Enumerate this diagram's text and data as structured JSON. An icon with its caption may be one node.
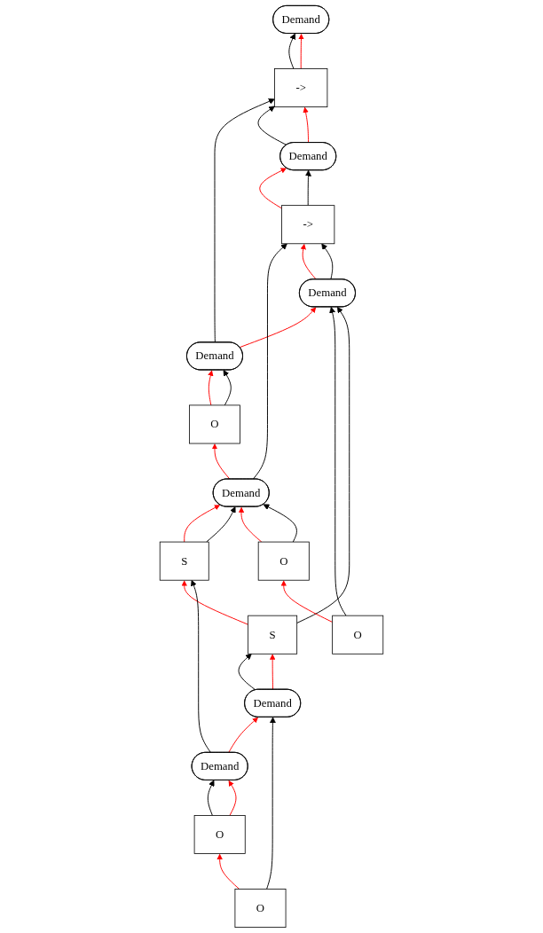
{
  "diagram": {
    "nodes": [
      {
        "text": [
          "Demand"
        ]
      },
      {
        "text": [
          "->"
        ]
      },
      {
        "text": [
          "Demand"
        ]
      },
      {
        "text": [
          "Demand"
        ]
      },
      {
        "text": [
          "O"
        ]
      },
      {
        "text": [
          "->"
        ]
      },
      {
        "text": [
          "Demand"
        ]
      },
      {
        "text": [
          "Demand"
        ]
      },
      {
        "text": [
          "S"
        ]
      },
      {
        "text": [
          "O"
        ]
      },
      {
        "text": [
          "O"
        ]
      },
      {
        "text": [
          "S"
        ]
      },
      {
        "text": [
          "Demand"
        ]
      },
      {
        "text": [
          "Demand"
        ]
      },
      {
        "text": [
          "O"
        ]
      },
      {
        "text": [
          "O"
        ]
      }
    ],
    "edges": [
      {
        "from": 1,
        "to": 0,
        "arrow": "to"
      },
      {
        "from": 1,
        "to": 0,
        "arrow": "to",
        "color": "#ff0000"
      },
      {
        "from": 2,
        "to": 1,
        "arrow": "to"
      },
      {
        "from": 3,
        "to": 1,
        "arrow": "to"
      },
      {
        "from": 3,
        "to": 1,
        "arrow": "to",
        "color": "#ff0000"
      },
      {
        "from": 4,
        "to": 2,
        "arrow": "to",
        "color": "#ff0000"
      },
      {
        "from": 4,
        "to": 2,
        "arrow": "to"
      },
      {
        "from": 2,
        "to": 7,
        "arrow": "to",
        "color": "#ff0000"
      },
      {
        "from": 5,
        "to": 3,
        "arrow": "to",
        "color": "#ff0000"
      },
      {
        "from": 5,
        "to": 3,
        "arrow": "to"
      },
      {
        "from": 6,
        "to": 4,
        "arrow": "to",
        "color": "#ff0000"
      },
      {
        "from": 6,
        "to": 5,
        "arrow": "to"
      },
      {
        "from": 7,
        "to": 5,
        "arrow": "to",
        "color": "#ff0000"
      },
      {
        "from": 7,
        "to": 5,
        "arrow": "to"
      },
      {
        "from": 8,
        "to": 6,
        "arrow": "to",
        "color": "#ff0000"
      },
      {
        "from": 8,
        "to": 6,
        "arrow": "to"
      },
      {
        "from": 9,
        "to": 6,
        "arrow": "to",
        "color": "#ff0000"
      },
      {
        "from": 9,
        "to": 6,
        "arrow": "to"
      },
      {
        "from": 10,
        "to": 7,
        "arrow": "to"
      },
      {
        "from": 11,
        "to": 7,
        "arrow": "to"
      },
      {
        "from": 11,
        "to": 8,
        "arrow": "to",
        "color": "#ff0000"
      },
      {
        "from": 10,
        "to": 9,
        "arrow": "to",
        "color": "#ff0000"
      },
      {
        "from": 12,
        "to": 8,
        "arrow": "to"
      },
      {
        "from": 13,
        "to": 11,
        "arrow": "to"
      },
      {
        "from": 13,
        "to": 11,
        "arrow": "to",
        "color": "#ff0000"
      },
      {
        "from": 12,
        "to": 13,
        "arrow": "to",
        "color": "#ff0000"
      },
      {
        "from": 14,
        "to": 12,
        "arrow": "to"
      },
      {
        "from": 14,
        "to": 12,
        "arrow": "to",
        "color": "#ff0000"
      },
      {
        "from": 15,
        "to": 13,
        "arrow": "to"
      },
      {
        "from": 15,
        "to": 14,
        "arrow": "to",
        "color": "#ff0000"
      }
    ]
  }
}
